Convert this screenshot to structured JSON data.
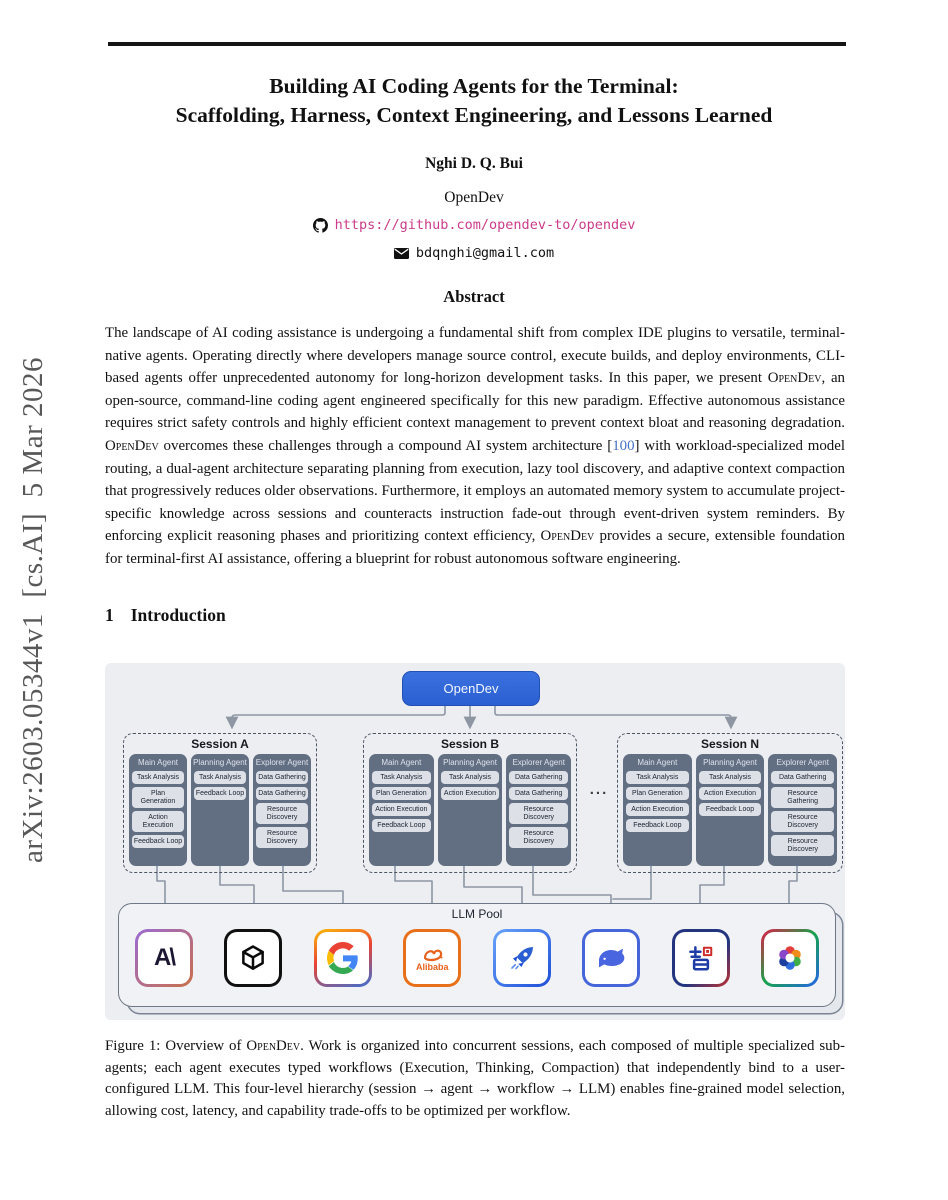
{
  "colors": {
    "link": "#cb3b8a",
    "citation": "#4472c4",
    "root_box_blue": "#2b5fd2",
    "agent_card": "#626e82",
    "workflow_chip": "#dde1e7",
    "figure_background": "#eceef1"
  },
  "arxiv_stamp": "arXiv:2603.05344v1  [cs.AI]  5 Mar 2026",
  "header": {
    "title_line1": "Building AI Coding Agents for the Terminal:",
    "title_line2": "Scaffolding, Harness, Context Engineering, and Lessons Learned",
    "author": "Nghi D. Q. Bui",
    "affiliation": "OpenDev",
    "github_link": "https://github.com/opendev-to/opendev",
    "email": "bdqnghi@gmail.com"
  },
  "abstract": {
    "heading": "Abstract",
    "segments": [
      {
        "text": "The landscape of AI coding assistance is undergoing a fundamental shift from complex IDE plugins to versatile, terminal-native agents. Operating directly where developers manage source control, execute builds, and deploy environments, CLI-based agents offer unprecedented autonomy for long-horizon development tasks. In this paper, we present "
      },
      {
        "text": "OpenDev",
        "smallcaps": true
      },
      {
        "text": ", an open-source, command-line coding agent engineered specifically for this new paradigm. Effective autonomous assistance requires strict safety controls and highly efficient context management to prevent context bloat and reasoning degradation. "
      },
      {
        "text": "OpenDev",
        "smallcaps": true
      },
      {
        "text": " overcomes these challenges through a compound AI system architecture ["
      },
      {
        "text": "100",
        "cite": true
      },
      {
        "text": "] with workload-specialized model routing, a dual-agent architecture separating planning from execution, lazy tool discovery, and adaptive context compaction that progressively reduces older observations. Furthermore, it employs an automated memory system to accumulate project-specific knowledge across sessions and counteracts instruction fade-out through event-driven system reminders. By enforcing explicit reasoning phases and prioritizing context efficiency, "
      },
      {
        "text": "OpenDev",
        "smallcaps": true
      },
      {
        "text": " provides a secure, extensible foundation for terminal-first AI assistance, offering a blueprint for robust autonomous software engineering."
      }
    ]
  },
  "section1": {
    "number": "1",
    "title": "Introduction"
  },
  "figure": {
    "root_label": "OpenDev",
    "ellipsis": "...",
    "llm_pool_label": "LLM Pool",
    "anthropic_glyph": "A\\",
    "alibaba_label": "Alibaba",
    "llm_logos": [
      "anthropic",
      "openai",
      "google",
      "alibaba",
      "rocket",
      "deepseek-whale",
      "zhipu",
      "multicolor-flower"
    ],
    "sessions": [
      {
        "name": "Session A",
        "agents": [
          {
            "name": "Main Agent",
            "workflows": [
              "Task Analysis",
              "Plan Generation",
              "Action Execution",
              "Feedback Loop"
            ]
          },
          {
            "name": "Planning Agent",
            "workflows": [
              "Task Analysis",
              "Feedback Loop"
            ]
          },
          {
            "name": "Explorer Agent",
            "workflows": [
              "Data Gathering",
              "Data Gathering",
              "Resource Discovery",
              "Resource Discovery"
            ]
          }
        ]
      },
      {
        "name": "Session B",
        "agents": [
          {
            "name": "Main Agent",
            "workflows": [
              "Task Analysis",
              "Plan Generation",
              "Action Execution",
              "Feedback Loop"
            ]
          },
          {
            "name": "Planning Agent",
            "workflows": [
              "Task Analysis",
              "Action Execution"
            ]
          },
          {
            "name": "Explorer Agent",
            "workflows": [
              "Data Gathering",
              "Data Gathering",
              "Resource Discovery",
              "Resource Discovery"
            ]
          }
        ]
      },
      {
        "name": "Session N",
        "agents": [
          {
            "name": "Main Agent",
            "workflows": [
              "Task Analysis",
              "Plan Generation",
              "Action Execution",
              "Feedback Loop"
            ]
          },
          {
            "name": "Planning Agent",
            "workflows": [
              "Task Analysis",
              "Action Execution",
              "Feedback Loop"
            ]
          },
          {
            "name": "Explorer Agent",
            "workflows": [
              "Data Gathering",
              "Resource Gathering",
              "Resource Discovery",
              "Resource Discovery"
            ]
          }
        ]
      }
    ]
  },
  "caption": {
    "segments": [
      {
        "text": "Figure 1: Overview of "
      },
      {
        "text": "OpenDev",
        "smallcaps": true
      },
      {
        "text": ". Work is organized into concurrent sessions, each composed of multiple specialized sub-agents; each agent executes typed workflows (Execution, Thinking, Compaction) that independently bind to a user-configured LLM. This four-level hierarchy (session → agent → workflow → LLM) enables fine-grained model selection, allowing cost, latency, and capability trade-offs to be optimized per workflow."
      }
    ]
  }
}
